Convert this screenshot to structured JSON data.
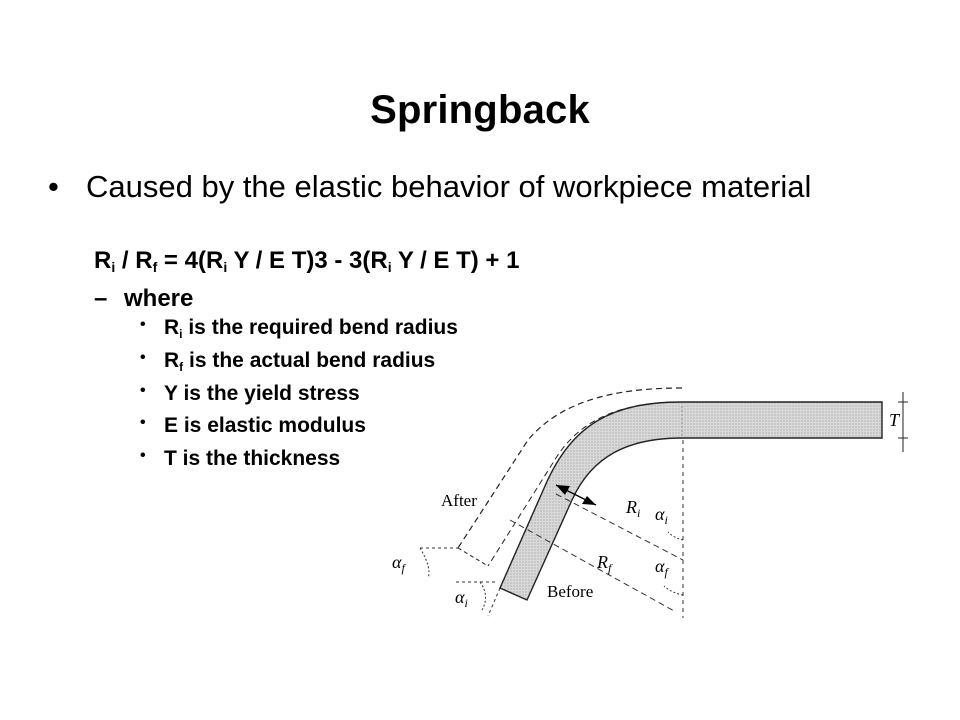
{
  "slide": {
    "title": "Springback",
    "bullet_main": "Caused  by the elastic behavior of workpiece material",
    "formula": {
      "R": "R",
      "i": "i",
      "f": "f",
      "p1": " / ",
      "p2": "  = 4(",
      "p3": " Y / E T)3  -  3(",
      "p4": " Y / E T) + 1"
    },
    "where_dash": "–",
    "where_label": "where",
    "items": [
      {
        "symbol": "R",
        "sub": "i",
        "text": " is the required bend radius"
      },
      {
        "symbol": "R",
        "sub": "f",
        "text": " is the actual bend radius"
      },
      {
        "symbol": "Y",
        "sub": "",
        "text": " is the yield stress"
      },
      {
        "symbol": "E",
        "sub": "",
        "text": " is elastic modulus"
      },
      {
        "symbol": "T",
        "sub": "",
        "text": " is the thickness"
      }
    ]
  },
  "diagram": {
    "label_after": "After",
    "label_before": "Before",
    "label_T": "T",
    "label_Ri": "R",
    "label_Ri_sub": "i",
    "label_Rf": "R",
    "label_Rf_sub": "f",
    "label_alpha": "α",
    "sub_i": "i",
    "sub_f": "f"
  }
}
